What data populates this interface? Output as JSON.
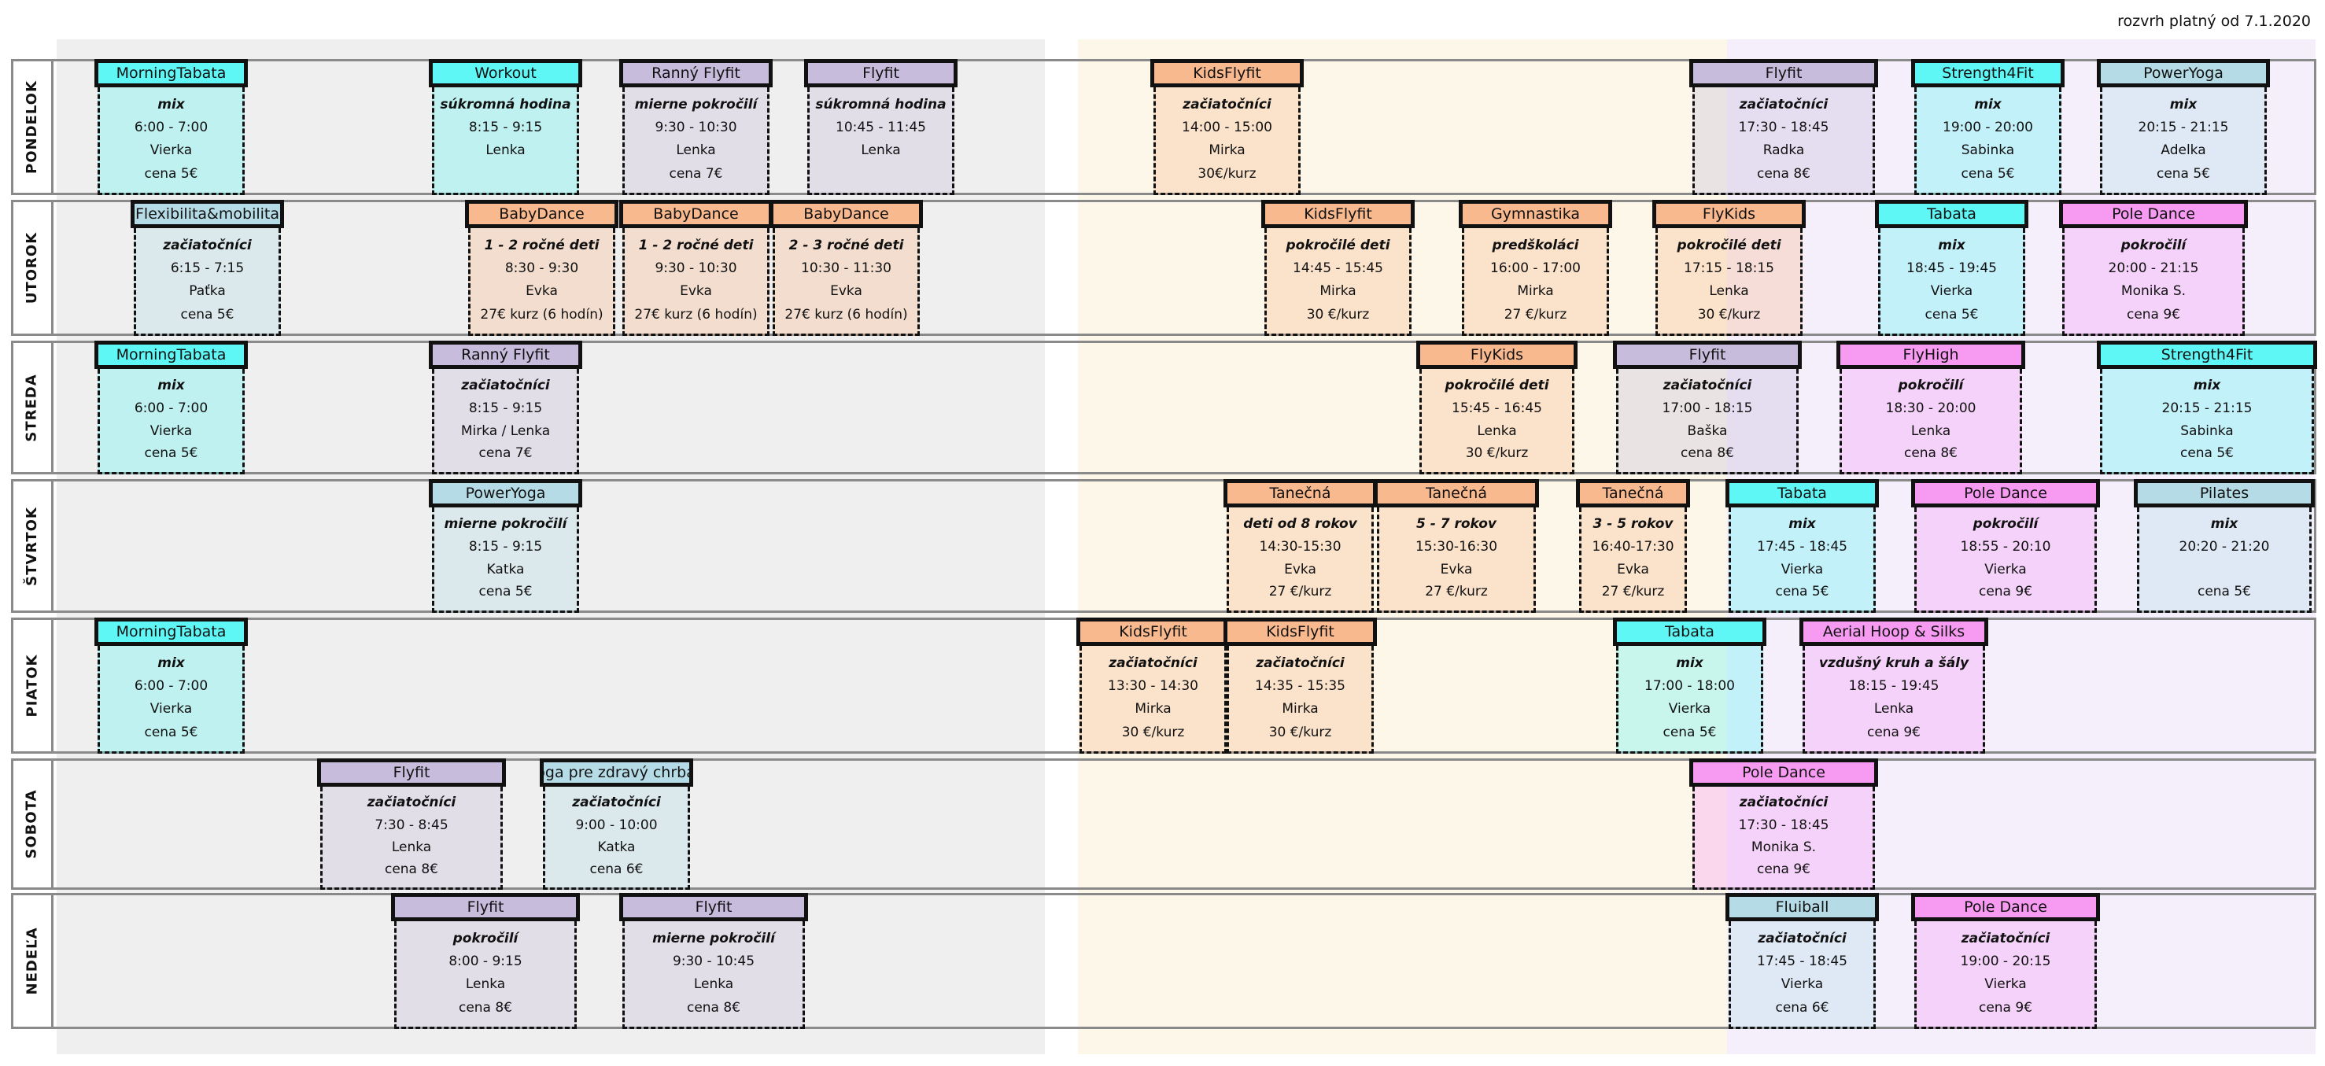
{
  "validity": "rozvrh platný od 7.1.2020",
  "colors": {
    "cyan": "#5ff6f6",
    "lilac": "#c7bcdc",
    "orange": "#f9b98e",
    "pink": "#f79af2",
    "lightblue": "#b5dce6",
    "zone_morning": "#efefef",
    "zone_afternoon": "#fdf7e9",
    "zone_evening": "#f5effc"
  },
  "days": [
    {
      "label": "PONDELOK",
      "classes": [
        {
          "name": "MorningTabata",
          "level": "mix",
          "time": "6:00 - 7:00",
          "instructor": "Vierka",
          "price": "cena 5€",
          "color": "cyan"
        },
        {
          "name": "Workout",
          "level": "súkromná hodina",
          "time": "8:15 - 9:15",
          "instructor": "Lenka",
          "price": "",
          "color": "cyan"
        },
        {
          "name": "Ranný Flyfit",
          "level": "mierne pokročilí",
          "time": "9:30 - 10:30",
          "instructor": "Lenka",
          "price": "cena 7€",
          "color": "lilac"
        },
        {
          "name": "Flyfit",
          "level": "súkromná hodina",
          "time": "10:45 - 11:45",
          "instructor": "Lenka",
          "price": "",
          "color": "lilac"
        },
        {
          "name": "KidsFlyfit",
          "level": "začiatočníci",
          "time": "14:00 - 15:00",
          "instructor": "Mirka",
          "price": "30€/kurz",
          "color": "orange"
        },
        {
          "name": "Flyfit",
          "level": "začiatočníci",
          "time": "17:30 - 18:45",
          "instructor": "Radka",
          "price": "cena 8€",
          "color": "lilac"
        },
        {
          "name": "Strength4Fit",
          "level": "mix",
          "time": "19:00 - 20:00",
          "instructor": "Sabinka",
          "price": "cena 5€",
          "color": "cyan"
        },
        {
          "name": "PowerYoga",
          "level": "mix",
          "time": "20:15 - 21:15",
          "instructor": "Adelka",
          "price": "cena 5€",
          "color": "lightblue"
        }
      ]
    },
    {
      "label": "UTOROK",
      "classes": [
        {
          "name": "Flexibilita&mobilita",
          "level": "začiatočníci",
          "time": "6:15 - 7:15",
          "instructor": "Paťka",
          "price": "cena 5€",
          "color": "lightblue"
        },
        {
          "name": "BabyDance",
          "level": "1 - 2 ročné deti",
          "time": "8:30 - 9:30",
          "instructor": "Evka",
          "price": "27€ kurz (6 hodín)",
          "color": "orange"
        },
        {
          "name": "BabyDance",
          "level": "1 - 2 ročné deti",
          "time": "9:30 - 10:30",
          "instructor": "Evka",
          "price": "27€ kurz (6 hodín)",
          "color": "orange"
        },
        {
          "name": "BabyDance",
          "level": "2 - 3 ročné deti",
          "time": "10:30 - 11:30",
          "instructor": "Evka",
          "price": "27€ kurz (6 hodín)",
          "color": "orange"
        },
        {
          "name": "KidsFlyfit",
          "level": "pokročilé deti",
          "time": "14:45 - 15:45",
          "instructor": "Mirka",
          "price": "30 €/kurz",
          "color": "orange"
        },
        {
          "name": "Gymnastika",
          "level": "predškoláci",
          "time": "16:00 - 17:00",
          "instructor": "Mirka",
          "price": "27 €/kurz",
          "color": "orange"
        },
        {
          "name": "FlyKids",
          "level": "pokročilé deti",
          "time": "17:15 - 18:15",
          "instructor": "Lenka",
          "price": "30 €/kurz",
          "color": "orange"
        },
        {
          "name": "Tabata",
          "level": "mix",
          "time": "18:45 - 19:45",
          "instructor": "Vierka",
          "price": "cena 5€",
          "color": "cyan"
        },
        {
          "name": "Pole Dance",
          "level": "pokročilí",
          "time": "20:00 - 21:15",
          "instructor": "Monika S.",
          "price": "cena 9€",
          "color": "pink"
        }
      ]
    },
    {
      "label": "STREDA",
      "classes": [
        {
          "name": "MorningTabata",
          "level": "mix",
          "time": "6:00 - 7:00",
          "instructor": "Vierka",
          "price": "cena 5€",
          "color": "cyan"
        },
        {
          "name": "Ranný Flyfit",
          "level": "začiatočníci",
          "time": "8:15 - 9:15",
          "instructor": "Mirka / Lenka",
          "price": "cena 7€",
          "color": "lilac"
        },
        {
          "name": "FlyKids",
          "level": "pokročilé deti",
          "time": "15:45 - 16:45",
          "instructor": "Lenka",
          "price": "30 €/kurz",
          "color": "orange"
        },
        {
          "name": "Flyfit",
          "level": "začiatočníci",
          "time": "17:00 - 18:15",
          "instructor": "Baška",
          "price": "cena 8€",
          "color": "lilac"
        },
        {
          "name": "FlyHigh",
          "level": "pokročilí",
          "time": "18:30 - 20:00",
          "instructor": "Lenka",
          "price": "cena 8€",
          "color": "pink"
        },
        {
          "name": "Strength4Fit",
          "level": "mix",
          "time": "20:15 - 21:15",
          "instructor": "Sabinka",
          "price": "cena 5€",
          "color": "cyan"
        }
      ]
    },
    {
      "label": "ŠTVRTOK",
      "classes": [
        {
          "name": "PowerYoga",
          "level": "mierne pokročilí",
          "time": "8:15 - 9:15",
          "instructor": "Katka",
          "price": "cena 5€",
          "color": "lightblue"
        },
        {
          "name": "Tanečná",
          "level": "deti od 8 rokov",
          "time": "14:30-15:30",
          "instructor": "Evka",
          "price": "27 €/kurz",
          "color": "orange"
        },
        {
          "name": "Tanečná",
          "level": "5 - 7 rokov",
          "time": "15:30-16:30",
          "instructor": "Evka",
          "price": "27 €/kurz",
          "color": "orange"
        },
        {
          "name": "Tanečná",
          "level": "3 - 5 rokov",
          "time": "16:40-17:30",
          "instructor": "Evka",
          "price": "27 €/kurz",
          "color": "orange"
        },
        {
          "name": "Tabata",
          "level": "mix",
          "time": "17:45 - 18:45",
          "instructor": "Vierka",
          "price": "cena 5€",
          "color": "cyan"
        },
        {
          "name": "Pole Dance",
          "level": "pokročilí",
          "time": "18:55 - 20:10",
          "instructor": "Vierka",
          "price": "cena 9€",
          "color": "pink"
        },
        {
          "name": "Pilates",
          "level": "mix",
          "time": "20:20 - 21:20",
          "instructor": "",
          "price": "cena 5€",
          "color": "lightblue"
        }
      ]
    },
    {
      "label": "PIATOK",
      "classes": [
        {
          "name": "MorningTabata",
          "level": "mix",
          "time": "6:00 - 7:00",
          "instructor": "Vierka",
          "price": "cena 5€",
          "color": "cyan"
        },
        {
          "name": "KidsFlyfit",
          "level": "začiatočníci",
          "time": "13:30 - 14:30",
          "instructor": "Mirka",
          "price": "30 €/kurz",
          "color": "orange"
        },
        {
          "name": "KidsFlyfit",
          "level": "začiatočníci",
          "time": "14:35 - 15:35",
          "instructor": "Mirka",
          "price": "30 €/kurz",
          "color": "orange"
        },
        {
          "name": "Tabata",
          "level": "mix",
          "time": "17:00 - 18:00",
          "instructor": "Vierka",
          "price": "cena 5€",
          "color": "cyan"
        },
        {
          "name": "Aerial Hoop & Silks",
          "level": "vzdušný kruh a šály",
          "time": "18:15 - 19:45",
          "instructor": "Lenka",
          "price": "cena 9€",
          "color": "pink"
        }
      ]
    },
    {
      "label": "SOBOTA",
      "classes": [
        {
          "name": "Flyfit",
          "level": "začiatočníci",
          "time": "7:30 - 8:45",
          "instructor": "Lenka",
          "price": "cena 8€",
          "color": "lilac"
        },
        {
          "name": "Jóga pre zdravý chrbát",
          "level": "začiatočníci",
          "time": "9:00 - 10:00",
          "instructor": "Katka",
          "price": "cena 6€",
          "color": "lightblue"
        },
        {
          "name": "Pole Dance",
          "level": "začiatočníci",
          "time": "17:30 - 18:45",
          "instructor": "Monika S.",
          "price": "cena 9€",
          "color": "pink"
        }
      ]
    },
    {
      "label": "NEDEĽA",
      "classes": [
        {
          "name": "Flyfit",
          "level": "pokročilí",
          "time": "8:00 - 9:15",
          "instructor": "Lenka",
          "price": "cena 8€",
          "color": "lilac"
        },
        {
          "name": "Flyfit",
          "level": "mierne pokročilí",
          "time": "9:30 - 10:45",
          "instructor": "Lenka",
          "price": "cena 8€",
          "color": "lilac"
        },
        {
          "name": "Fluiball",
          "level": "začiatočníci",
          "time": "17:45 - 18:45",
          "instructor": "Vierka",
          "price": "cena 6€",
          "color": "lightblue"
        },
        {
          "name": "Pole Dance",
          "level": "začiatočníci",
          "time": "19:00 - 20:15",
          "instructor": "Vierka",
          "price": "cena 9€",
          "color": "pink"
        }
      ]
    }
  ]
}
